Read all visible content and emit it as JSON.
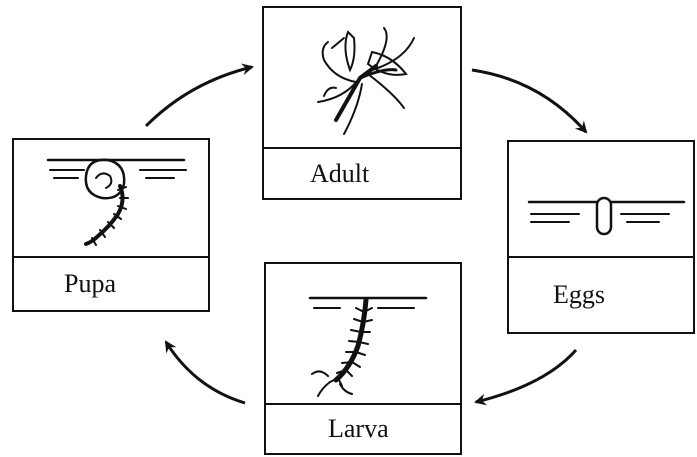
{
  "diagram": {
    "type": "cycle",
    "stages": [
      {
        "id": "adult",
        "label": "Adult",
        "icon": "mosquito-icon"
      },
      {
        "id": "eggs",
        "label": "Eggs",
        "icon": "egg-raft-icon"
      },
      {
        "id": "larva",
        "label": "Larva",
        "icon": "larva-icon"
      },
      {
        "id": "pupa",
        "label": "Pupa",
        "icon": "pupa-icon"
      }
    ],
    "edges": [
      {
        "from": "adult",
        "to": "eggs"
      },
      {
        "from": "eggs",
        "to": "larva"
      },
      {
        "from": "larva",
        "to": "pupa"
      },
      {
        "from": "pupa",
        "to": "adult"
      }
    ],
    "colors": {
      "ink": "#111111",
      "background": "#ffffff"
    }
  }
}
